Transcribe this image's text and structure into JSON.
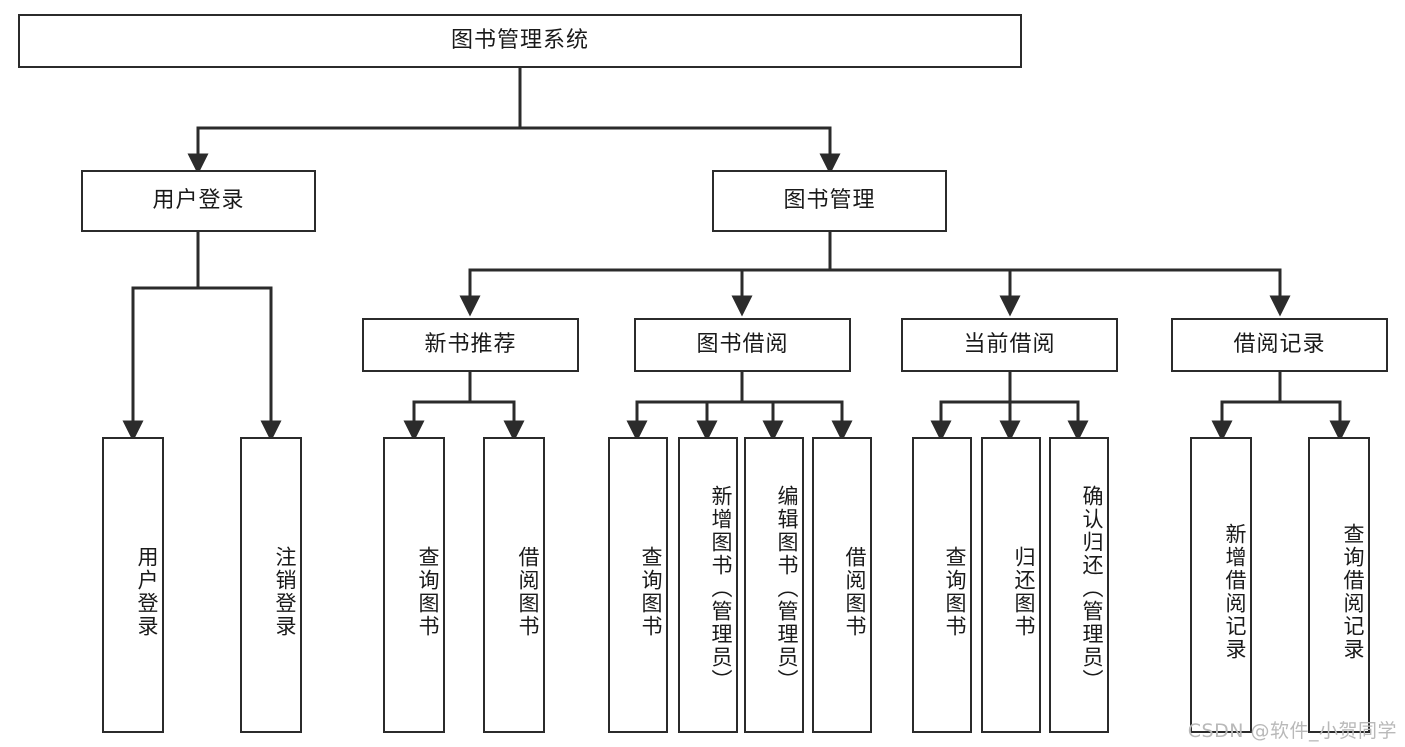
{
  "diagram": {
    "type": "tree",
    "title": "图书管理系统",
    "watermark": "CSDN @软件_小贺同学",
    "colors": {
      "box_border": "#2b2b2b",
      "box_fill": "#ffffff",
      "connector": "#2b2b2b",
      "text": "#1a1a1a",
      "watermark": "#b9b9b9"
    },
    "root": {
      "label": "图书管理系统"
    },
    "level2": [
      {
        "label": "用户登录"
      },
      {
        "label": "图书管理"
      }
    ],
    "level3": [
      {
        "label": "新书推荐"
      },
      {
        "label": "图书借阅"
      },
      {
        "label": "当前借阅"
      },
      {
        "label": "借阅记录"
      }
    ],
    "leaves": {
      "user_login": [
        {
          "label": "用户登录"
        },
        {
          "label": "注销登录"
        }
      ],
      "new_book": [
        {
          "label": "查询图书"
        },
        {
          "label": "借阅图书"
        }
      ],
      "book_borrow": [
        {
          "label": "查询图书"
        },
        {
          "label": "新增图书（管理员）"
        },
        {
          "label": "编辑图书（管理员）"
        },
        {
          "label": "借阅图书"
        }
      ],
      "current_borrow": [
        {
          "label": "查询图书"
        },
        {
          "label": "归还图书"
        },
        {
          "label": "确认归还（管理员）"
        }
      ],
      "borrow_record": [
        {
          "label": "新增借阅记录"
        },
        {
          "label": "查询借阅记录"
        }
      ]
    }
  }
}
